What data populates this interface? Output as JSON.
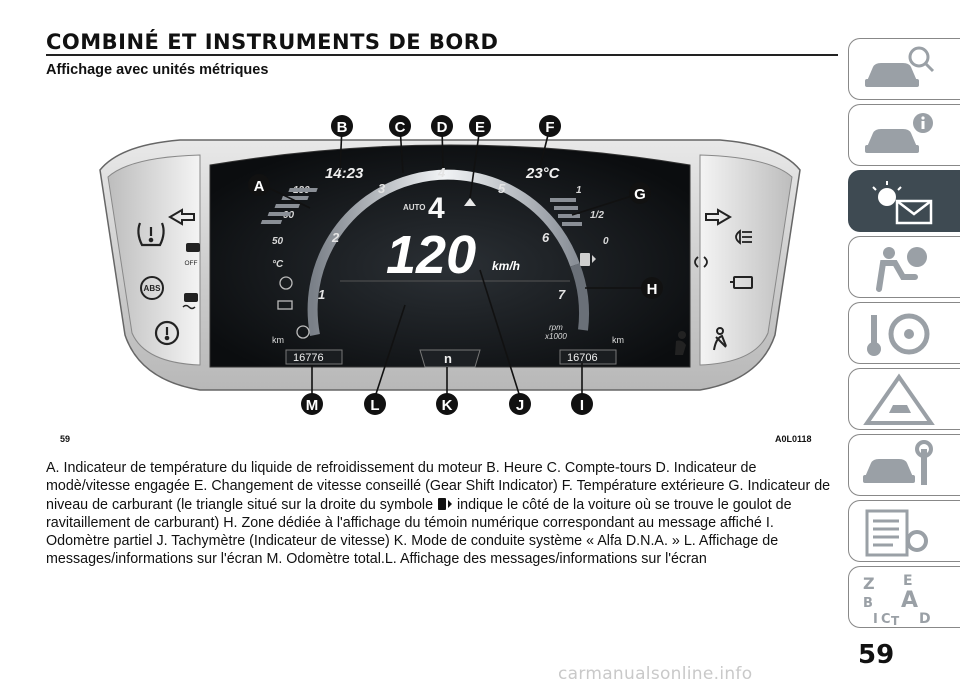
{
  "header": {
    "title": "COMBINÉ ET INSTRUMENTS DE BORD",
    "subtitle": "Affichage avec unités métriques"
  },
  "figure": {
    "number": "59",
    "code": "A0L0118",
    "callouts": [
      "A",
      "B",
      "C",
      "D",
      "E",
      "F",
      "G",
      "H",
      "I",
      "J",
      "K",
      "L",
      "M"
    ],
    "display": {
      "clock": "14:23",
      "outside_temp": "23°C",
      "gear_mode": "AUTO",
      "gear": "4",
      "speed": "120",
      "speed_unit": "km/h",
      "rpm_label": "rpm",
      "rpm_multiplier": "x1000",
      "rpm_ticks": [
        "1",
        "2",
        "3",
        "4",
        "5",
        "6",
        "7"
      ],
      "temp_scale": [
        "130",
        "90",
        "50"
      ],
      "temp_unit": "°C",
      "fuel_scale": [
        "1",
        "1/2",
        "0"
      ],
      "odometer_total": "16776",
      "odometer_partial": "16706",
      "odometer_unit": "km",
      "drive_mode": "n",
      "tpms_off_label": "OFF",
      "abs_label": "ABS"
    }
  },
  "caption": {
    "part1": "A. Indicateur de température du liquide de refroidissement du moteur B. Heure C. Compte-tours D. Indicateur de modè/vitesse engagée E. Changement de vitesse conseillé (Gear Shift Indicator) F. Température extérieure G. Indicateur de niveau de carburant (le triangle situé sur la droite du symbole ",
    "part2": " indique le côté de la voiture où se trouve le goulot de ravitaillement de carburant) H. Zone dédiée à l'affichage du témoin numérique correspondant au message affiché I. Odomètre partiel J. Tachymètre (Indicateur de vitesse) K. Mode de conduite système « Alfa D.N.A. » L. Affichage de messages/informations sur l'écran M. Odomètre total.L. Affichage des messages/informations sur l'écran"
  },
  "sidebar": {
    "tabs": [
      "car-search-icon",
      "car-info-icon",
      "warning-light-message-icon",
      "airbag-seat-icon",
      "key-steering-wheel-icon",
      "warning-triangle-car-icon",
      "car-wrench-icon",
      "checklist-gear-icon",
      "alphabet-index-icon"
    ],
    "active_index": 2,
    "index_letters": [
      "Z",
      "E",
      "B",
      "A",
      "I",
      "C",
      "T",
      "D"
    ]
  },
  "page_number": "59",
  "watermark": "carmanualsonline.info"
}
